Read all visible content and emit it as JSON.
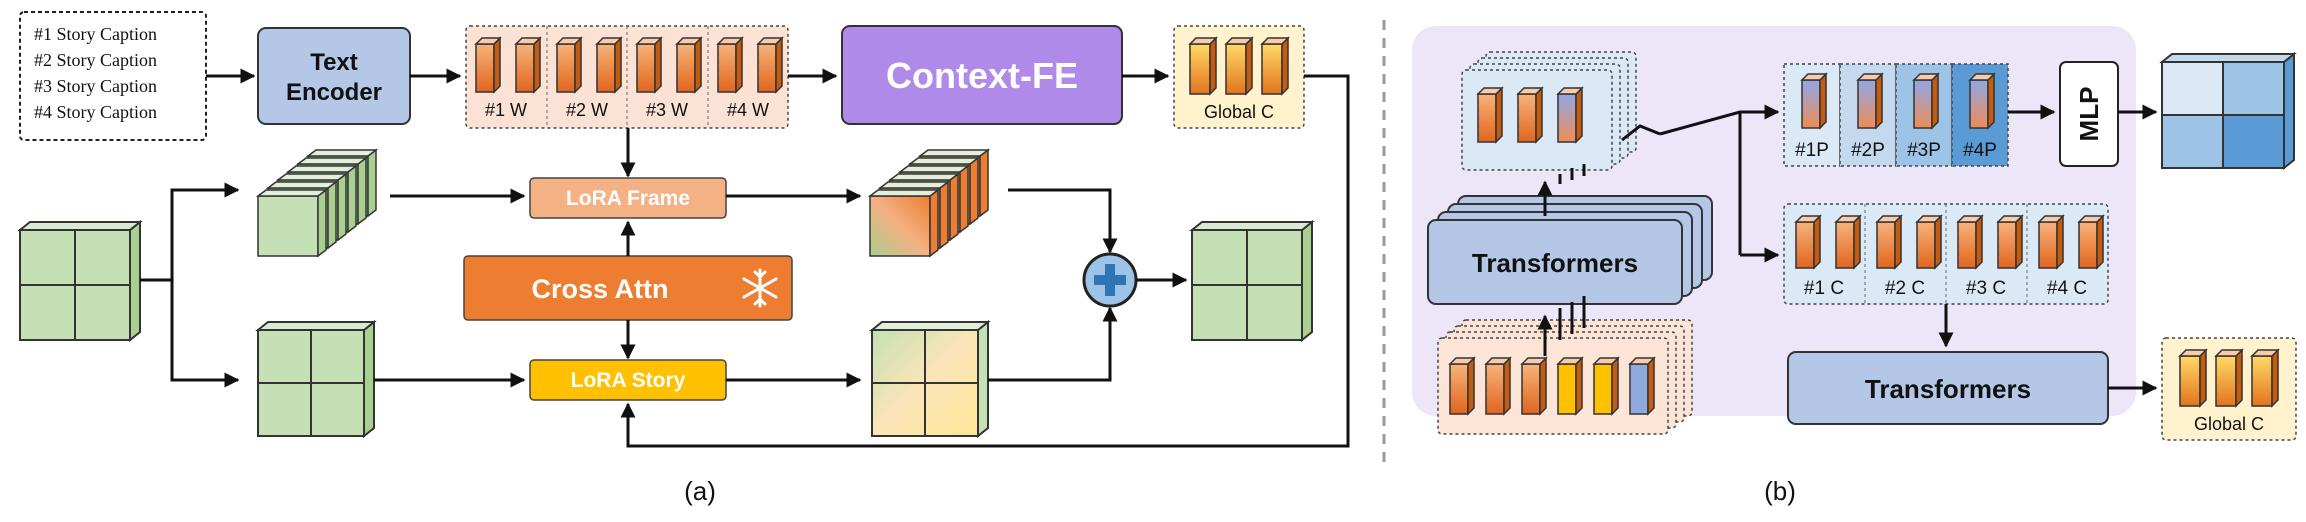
{
  "captions": [
    "#1 Story Caption",
    "#2 Story Caption",
    "#3 Story Caption",
    "#4 Story Caption"
  ],
  "part_a": {
    "text_encoder": [
      "Text",
      "Encoder"
    ],
    "word_labels": [
      "#1 W",
      "#2 W",
      "#3 W",
      "#4 W"
    ],
    "context_fe": "Context-FE",
    "global_c": "Global C",
    "lora_frame": "LoRA Frame",
    "cross_attn": "Cross Attn",
    "lora_story": "LoRA Story",
    "caption": "(a)"
  },
  "part_b": {
    "transformers_top": "Transformers",
    "prompt_labels": [
      "#1P",
      "#2P",
      "#3P",
      "#4P"
    ],
    "mlp": "MLP",
    "context_labels": [
      "#1 C",
      "#2 C",
      "#3 C",
      "#4 C"
    ],
    "transformers_bottom": "Transformers",
    "global_c": "Global C",
    "caption": "(b)"
  },
  "colors": {
    "text_encoder": "#b4c7e7",
    "context_fe": "#b08ae8",
    "lora_frame": "#f4b183",
    "cross_attn": "#ed7d31",
    "lora_story": "#ffc000",
    "transformers": "#b4c7e7",
    "panel_bg": "#ece6f8",
    "cube_orange": "#ed7d31",
    "cube_green": "#c5e0b4",
    "cube_blue": "#5b9bd5"
  }
}
